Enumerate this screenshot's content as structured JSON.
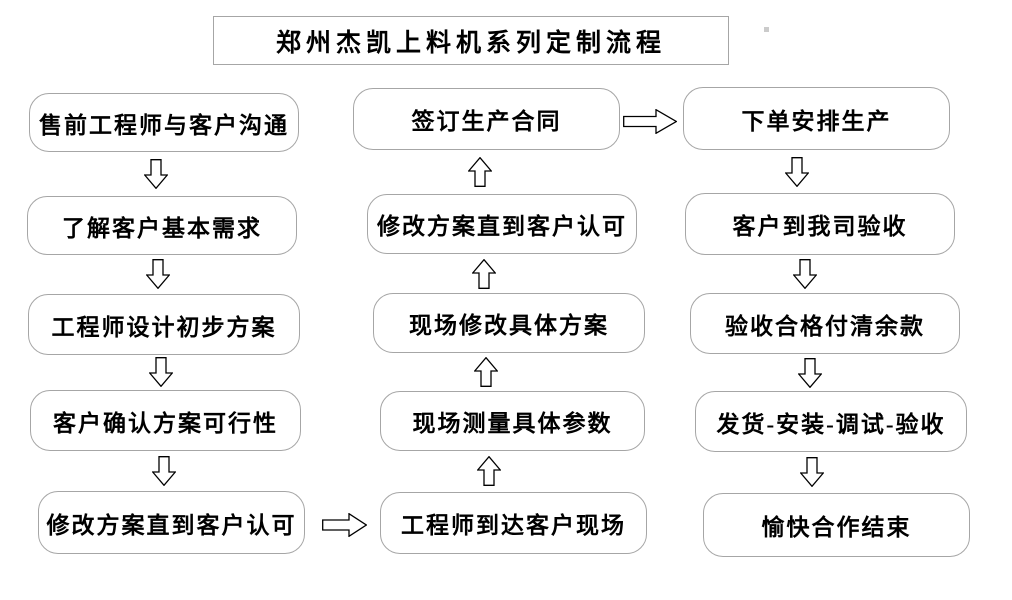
{
  "title": "郑州杰凯上料机系列定制流程",
  "flow": {
    "left_column": [
      "售前工程师与客户沟通",
      "了解客户基本需求",
      "工程师设计初步方案",
      "客户确认方案可行性",
      "修改方案直到客户认可"
    ],
    "middle_column": [
      "签订生产合同",
      "修改方案直到客户认可",
      "现场修改具体方案",
      "现场测量具体参数",
      "工程师到达客户现场"
    ],
    "right_column": [
      "下单安排生产",
      "客户到我司验收",
      "验收合格付清余款",
      "发货-安装-调试-验收",
      "愉快合作结束"
    ],
    "arrows": {
      "left_column_direction": "down",
      "middle_column_direction": "up",
      "right_column_direction": "down",
      "left_bottom_to_middle_bottom": "right",
      "middle_top_to_right_top": "right"
    }
  },
  "colors": {
    "background": "#ffffff",
    "box_border": "#a6a6a6",
    "box_fill": "#ffffff",
    "text": "#000000",
    "arrow_outline": "#000000",
    "arrow_fill": "#ffffff"
  }
}
